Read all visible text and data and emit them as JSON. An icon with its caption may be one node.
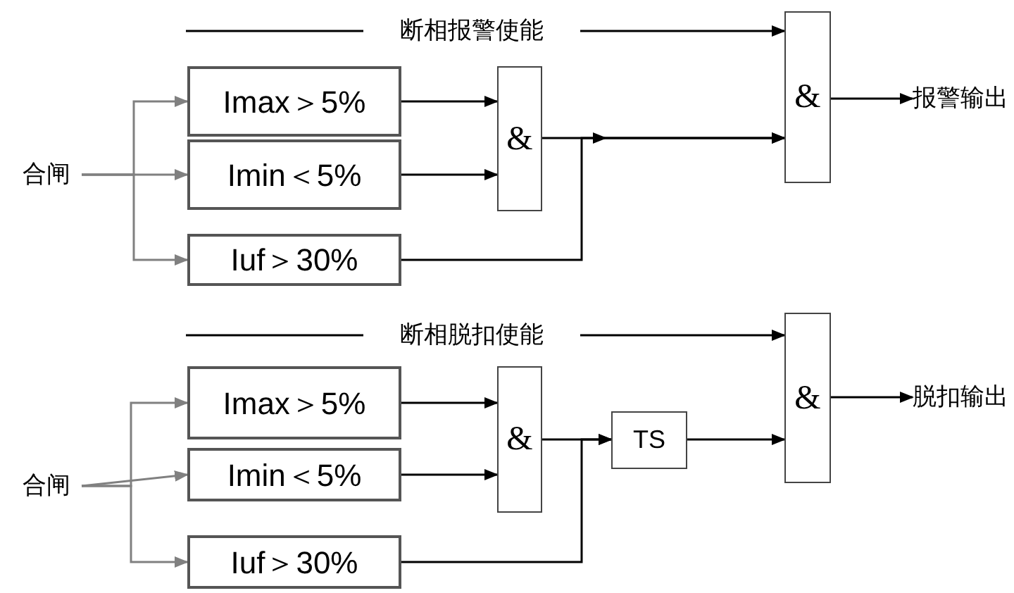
{
  "diagram": {
    "nodes": [
      {
        "text": [
          "合闸"
        ]
      },
      {
        "text": [
          "断相报警使能"
        ]
      },
      {
        "text": [
          "Imax＞5%"
        ]
      },
      {
        "text": [
          "Imin＜5%"
        ]
      },
      {
        "text": [
          "Iuf＞30%"
        ]
      },
      {
        "text": [
          "&"
        ]
      },
      {
        "text": [
          "&"
        ]
      },
      {
        "text": [
          "报警输出"
        ]
      },
      {
        "text": [
          "合闸"
        ]
      },
      {
        "text": [
          "断相脱扣使能"
        ]
      },
      {
        "text": [
          "Imax＞5%"
        ]
      },
      {
        "text": [
          "Imin＜5%"
        ]
      },
      {
        "text": [
          "Iuf＞30%"
        ]
      },
      {
        "text": [
          "&"
        ]
      },
      {
        "text": [
          "TS"
        ]
      },
      {
        "text": [
          "&"
        ]
      },
      {
        "text": [
          "脱扣输出"
        ]
      }
    ],
    "edges": [
      {
        "from": null,
        "to": 1,
        "arrow": "none"
      },
      {
        "from": 1,
        "to": 6,
        "arrow": "to"
      },
      {
        "from": 0,
        "to": 2,
        "arrow": "to",
        "color": "#808080"
      },
      {
        "from": 0,
        "to": 3,
        "arrow": "to",
        "color": "#808080"
      },
      {
        "from": 0,
        "to": 4,
        "arrow": "to",
        "color": "#808080"
      },
      {
        "from": 2,
        "to": 5,
        "arrow": "to"
      },
      {
        "from": 3,
        "to": 5,
        "arrow": "to"
      },
      {
        "from": 5,
        "to": 6,
        "arrow": "to"
      },
      {
        "from": 4,
        "to": 6,
        "arrow": "to"
      },
      {
        "from": 6,
        "to": 7,
        "arrow": "to"
      },
      {
        "from": null,
        "to": 9,
        "arrow": "none"
      },
      {
        "from": 9,
        "to": 15,
        "arrow": "to"
      },
      {
        "from": 8,
        "to": 10,
        "arrow": "to",
        "color": "#808080"
      },
      {
        "from": 8,
        "to": 11,
        "arrow": "to",
        "color": "#808080"
      },
      {
        "from": 8,
        "to": 12,
        "arrow": "to",
        "color": "#808080"
      },
      {
        "from": 10,
        "to": 13,
        "arrow": "to"
      },
      {
        "from": 11,
        "to": 13,
        "arrow": "to"
      },
      {
        "from": 13,
        "to": 14,
        "arrow": "to"
      },
      {
        "from": 12,
        "to": 14,
        "arrow": "to"
      },
      {
        "from": 14,
        "to": 15,
        "arrow": "to"
      },
      {
        "from": 15,
        "to": 16,
        "arrow": "to"
      }
    ]
  }
}
